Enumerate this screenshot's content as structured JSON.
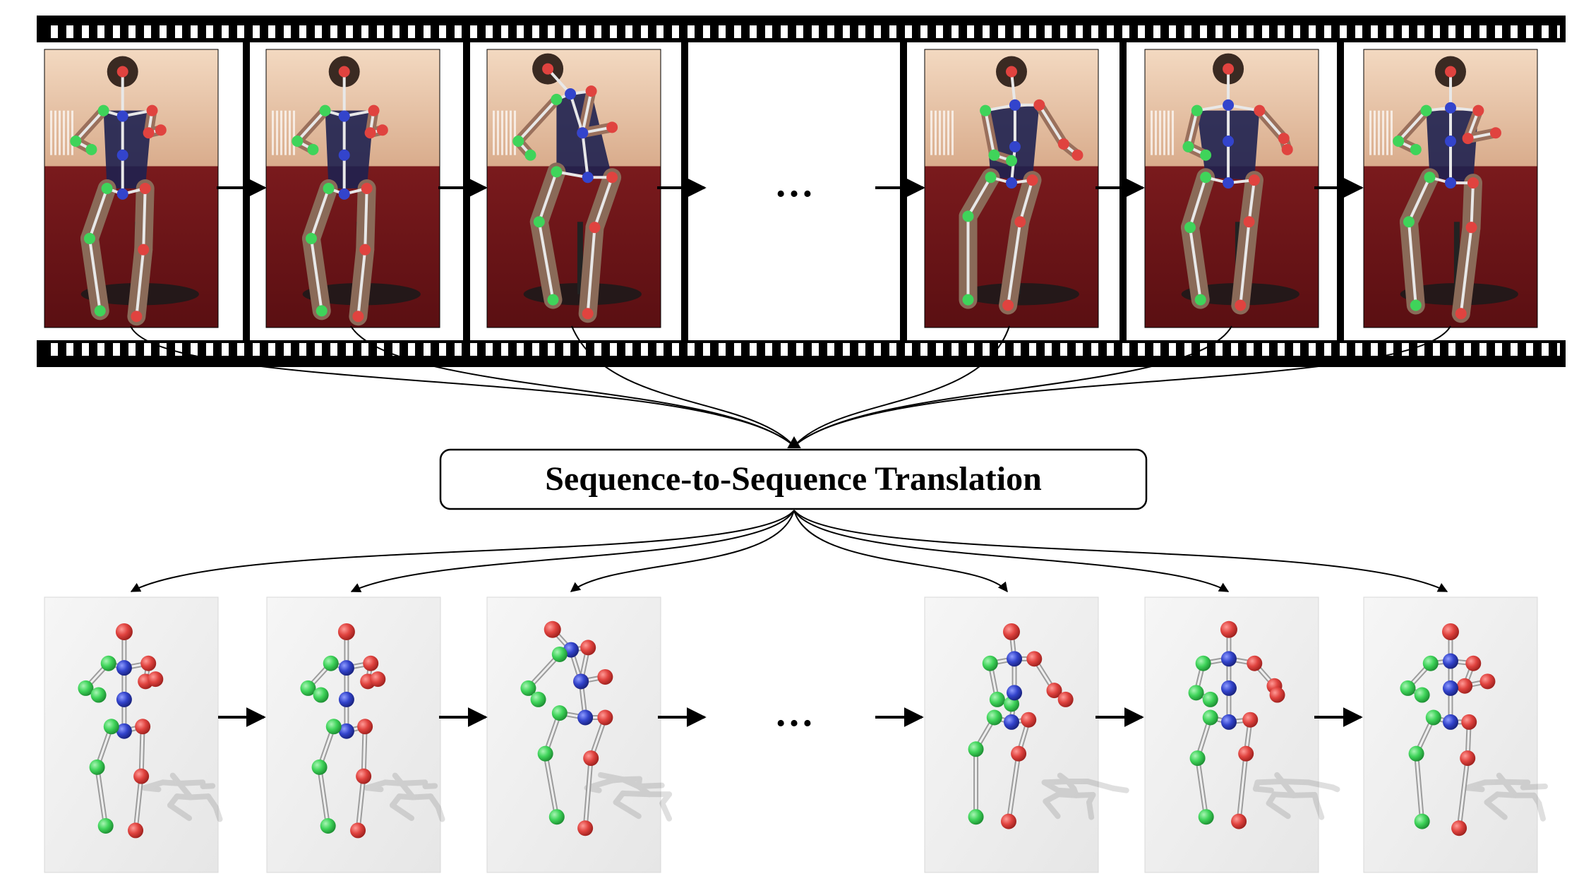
{
  "title_box": {
    "label": "Sequence-to-Sequence Translation"
  },
  "ellipsis": "…",
  "frames": [
    {
      "id": "f1",
      "pose": "arms-crossed-right"
    },
    {
      "id": "f2",
      "pose": "arms-crossed-right"
    },
    {
      "id": "f3",
      "pose": "lean-left"
    },
    {
      "id": "f5",
      "pose": "hands-center"
    },
    {
      "id": "f6",
      "pose": "arms-out"
    },
    {
      "id": "f7",
      "pose": "arms-crossed-left"
    }
  ],
  "colors": {
    "left_joint": "#3fd45a",
    "right_joint": "#e0433f",
    "center_joint": "#3344cc",
    "bone": "#e8e8e8",
    "film": "#000000",
    "photo_wall": "#e9c7aa",
    "photo_floor": "#6e1518",
    "render_bg": "#f0f0f0"
  }
}
